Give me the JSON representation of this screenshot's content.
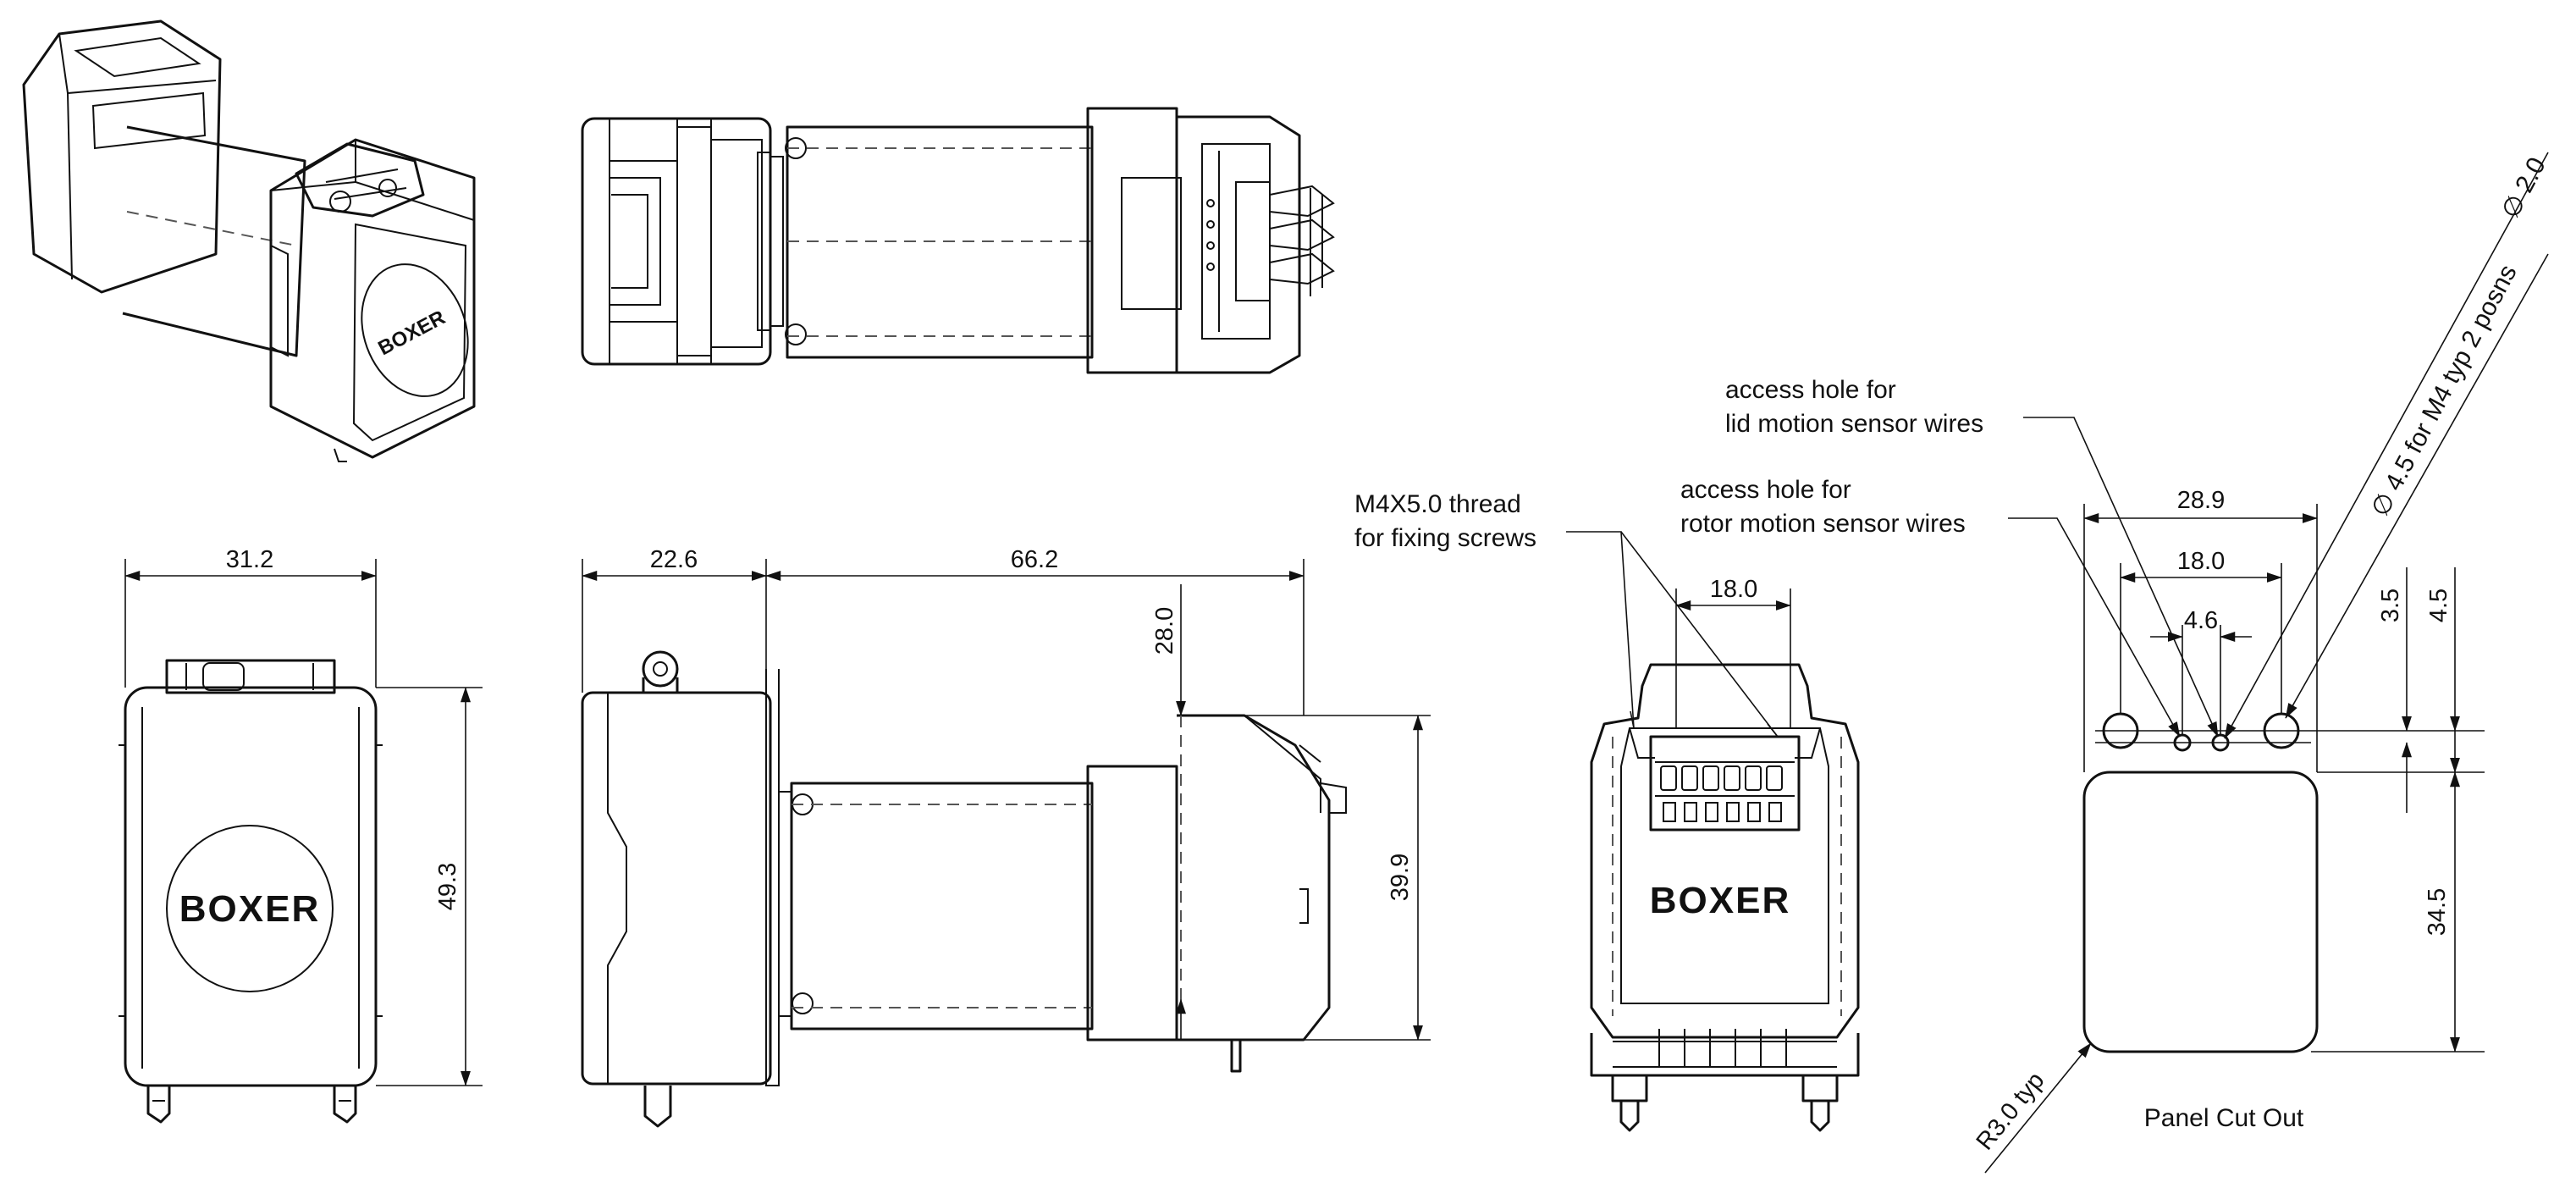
{
  "brand": "BOXER",
  "dimensions": {
    "front_width": "31.2",
    "front_height": "49.3",
    "side_head_length": "22.6",
    "side_body_length": "66.2",
    "side_rear_height": "28.0",
    "side_rear_full_height": "39.9",
    "rear_screw_pitch": "18.0",
    "cutout_width": "28.9",
    "cutout_outer_hole_pitch": "18.0",
    "cutout_inner_hole_pitch": "4.6",
    "cutout_hole_offset": "3.5",
    "cutout_hole_row_offset": "4.5",
    "cutout_height": "34.5",
    "cutout_corner_radius": "R3.0 typ"
  },
  "notes": {
    "thread_line1": "M4X5.0 thread",
    "thread_line2": "for fixing screws",
    "rotor_line1": "access hole for",
    "rotor_line2": "rotor motion sensor wires",
    "lid_line1": "access hole for",
    "lid_line2": "lid motion sensor wires",
    "mount_hole": "∅ 4.5 for M4 typ 2 posns",
    "small_hole": "∅ 2.0",
    "panel_title": "Panel Cut Out"
  }
}
